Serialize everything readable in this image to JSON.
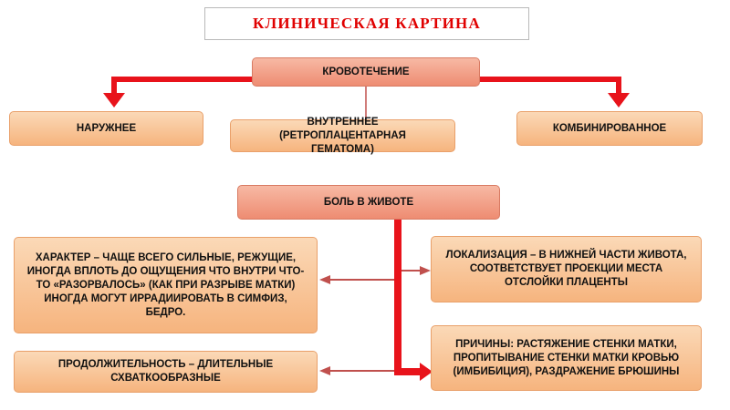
{
  "title": "КЛИНИЧЕСКАЯ КАРТИНА",
  "bleeding": {
    "label": "КРОВОТЕЧЕНИЕ",
    "types": {
      "external": "НАРУЖНЕЕ",
      "internal": "ВНУТРЕННЕЕ (РЕТРОПЛАЦЕНТАРНАЯ ГЕМАТОМА)",
      "combined": "КОМБИНИРОВАННОЕ"
    }
  },
  "pain": {
    "label": "БОЛЬ В ЖИВОТЕ",
    "character": "ХАРАКТЕР – ЧАЩЕ ВСЕГО СИЛЬНЫЕ, РЕЖУЩИЕ, ИНОГДА ВПЛОТЬ ДО ОЩУЩЕНИЯ ЧТО ВНУТРИ ЧТО-ТО «РАЗОРВАЛОСЬ» (КАК ПРИ РАЗРЫВЕ МАТКИ) ИНОГДА МОГУТ ИРРАДИИРОВАТЬ В СИМФИЗ, БЕДРО.",
    "duration": "ПРОДОЛЖИТЕЛЬНОСТЬ – ДЛИТЕЛЬНЫЕ СХВАТКООБРАЗНЫЕ",
    "localization": "ЛОКАЛИЗАЦИЯ – В НИЖНЕЙ ЧАСТИ ЖИВОТА, СООТВЕТСТВУЕТ ПРОЕКЦИИ МЕСТА ОТСЛОЙКИ ПЛАЦЕНТЫ",
    "causes": "ПРИЧИНЫ: РАСТЯЖЕНИЕ СТЕНКИ МАТКИ, ПРОПИТЫВАНИЕ СТЕНКИ МАТКИ КРОВЬЮ (ИМБИБИЦИЯ), РАЗДРАЖЕНИЕ БРЮШИНЫ"
  },
  "colors": {
    "title_text": "#e00000",
    "connector": "#e8131b",
    "thin_connector": "#c0504d",
    "node_peach": "#f8c99a",
    "node_salmon": "#f2a08a"
  }
}
